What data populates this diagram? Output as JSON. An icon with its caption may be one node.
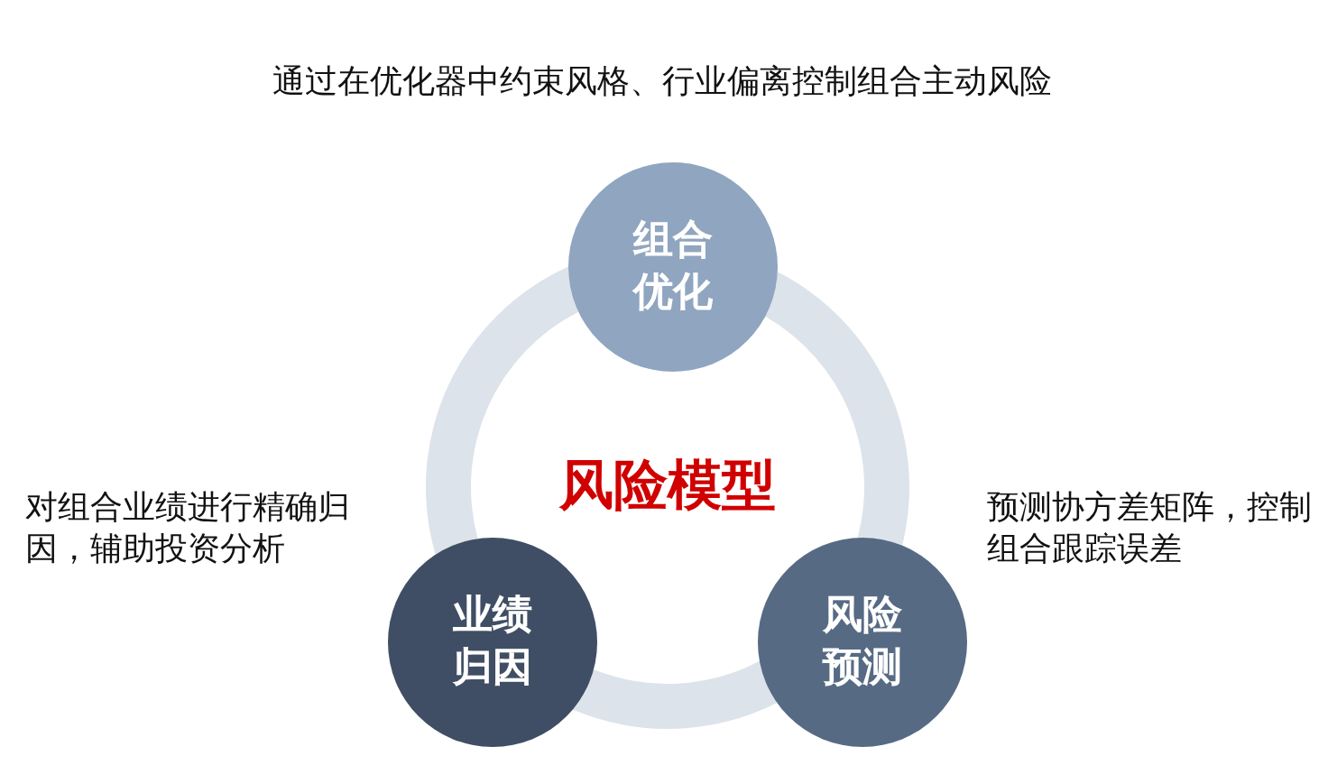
{
  "diagram": {
    "nodes": [
      {
        "text": [
          "组合优化"
        ],
        "beside": [
          "通过在优化器中约束风格、行业偏离控制组合主动风险"
        ]
      },
      {
        "text": [
          "风险模型"
        ]
      },
      {
        "text": [
          "业绩归因"
        ],
        "beside": [
          "对组合业绩进行精确归因，辅助投资分析"
        ]
      },
      {
        "text": [
          "风险预测"
        ],
        "beside": [
          "预测协方差矩阵，控制组合跟踪误差"
        ]
      }
    ]
  }
}
